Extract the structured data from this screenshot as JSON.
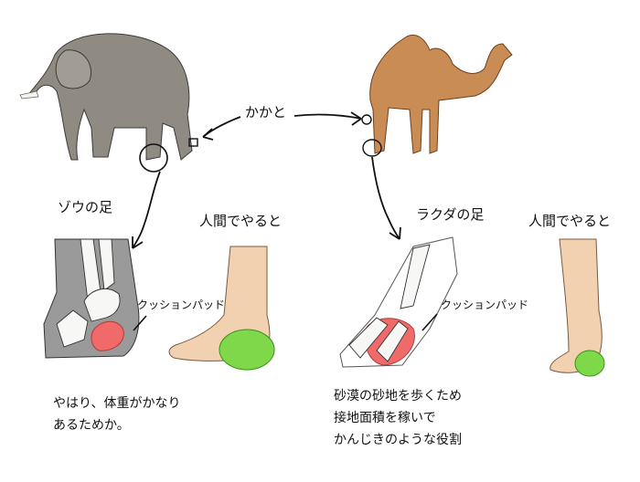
{
  "center_label": "かかと",
  "elephant": {
    "foot_title": "ゾウの足",
    "human_title": "人間でやると",
    "pad_label": "クッションパッド",
    "note_lines": [
      "やはり、体重がかなり",
      "あるためか。"
    ]
  },
  "camel": {
    "foot_title": "ラクダの足",
    "human_title": "人間でやると",
    "pad_label": "クッションパッド",
    "note_lines": [
      "砂漠の砂地を歩くため",
      "接地面積を稼いで",
      "かんじきのような役割"
    ]
  },
  "colors": {
    "elephant": "#8f8b83",
    "camel": "#c98c55",
    "skin": "#f2d1b0",
    "cushion_red": "#f06a6a",
    "cushion_green": "#7fd84a",
    "bone": "#f7f7f5"
  }
}
